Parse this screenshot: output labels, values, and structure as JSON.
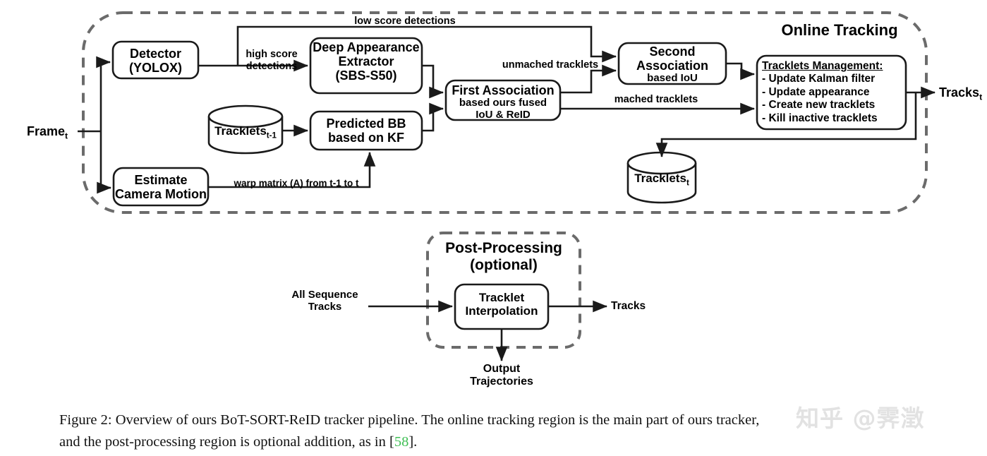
{
  "figure": {
    "caption_line1": "Figure 2:  Overview of ours BoT-SORT-ReID tracker pipeline.  The online tracking region is the main part of ours tracker,",
    "caption_line2_pre": "and the post-processing region is optional addition, as in  [",
    "caption_citation": "58",
    "caption_line2_post": "]."
  },
  "watermark": {
    "text": "知乎 @霁澂"
  },
  "regions": {
    "online": {
      "title": "Online Tracking"
    },
    "post": {
      "title_line1": "Post-Processing",
      "title_line2": "(optional)"
    }
  },
  "nodes": {
    "detector": {
      "line1": "Detector",
      "line2": "(YOLOX)"
    },
    "extractor": {
      "line1": "Deep Appearance",
      "line2": "Extractor",
      "line3": "(SBS-S50)"
    },
    "tracklets_prev": {
      "text": "Tracklets",
      "sub": "t-1"
    },
    "predicted_bb": {
      "line1": "Predicted BB",
      "line2": "based on KF"
    },
    "camera_motion": {
      "line1": "Estimate",
      "line2": "Camera Motion"
    },
    "first_assoc": {
      "line1": "First Association",
      "line2": "based ours fused",
      "line3": "IoU & ReID"
    },
    "second_assoc": {
      "line1": "Second",
      "line2": "Association",
      "line3": "based IoU"
    },
    "tracklets_mgmt": {
      "header": "Tracklets Management:",
      "items": [
        "- Update Kalman filter",
        "- Update appearance",
        "- Create new tracklets",
        "- Kill inactive tracklets"
      ]
    },
    "tracklets_cur": {
      "text": "Tracklets",
      "sub": "t"
    },
    "interpolation": {
      "line1": "Tracklet",
      "line2": "Interpolation"
    }
  },
  "io": {
    "frame": {
      "text": "Frame",
      "sub": "t"
    },
    "tracks_t": {
      "text": "Tracks",
      "sub": "t"
    },
    "all_sequence_tracks": {
      "line1": "All Sequence",
      "line2": "Tracks"
    },
    "tracks_out": {
      "text": "Tracks"
    },
    "output_traj": {
      "line1": "Output",
      "line2": "Trajectories"
    }
  },
  "edges": {
    "low_score": "low score detections",
    "high_score_l1": "high score",
    "high_score_l2": "detections",
    "unmatched": "unmached tracklets",
    "matched": "mached tracklets",
    "warp": "warp matrix (A) from t-1 to t"
  },
  "colors": {
    "stroke": "#1a1a1a",
    "dashed_region": "#6b6b6b",
    "background": "#ffffff",
    "citation": "#3fbf54",
    "watermark": "#e2e2e2"
  }
}
